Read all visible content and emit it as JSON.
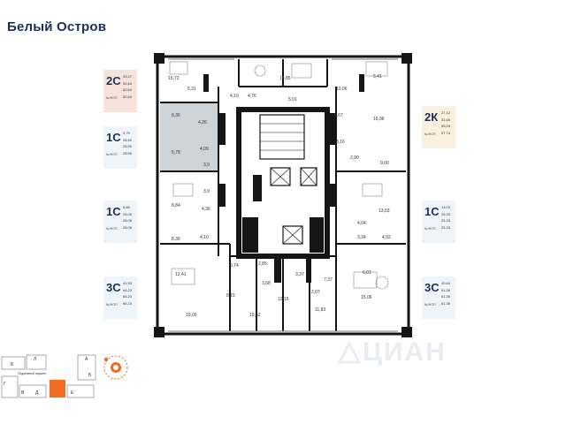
{
  "project_title": "Белый Остров",
  "watermark": "ЦИАН",
  "legends": [
    {
      "code": "2С",
      "sub": "№/НОП",
      "values": [
        "33,27",
        "52,64",
        "52,64",
        "52,64"
      ],
      "color": "#f6e3dc"
    },
    {
      "code": "1С",
      "sub": "№/НОП",
      "values": [
        "5,79",
        "28,50",
        "28,50",
        "28,50"
      ],
      "color": "#eef4fa"
    },
    {
      "code": "1С",
      "sub": "№/НОП",
      "values": [
        "8,66",
        "28,08",
        "28,08",
        "28,08"
      ],
      "color": "#eef4fa"
    },
    {
      "code": "3С",
      "sub": "№/НОП",
      "values": [
        "41,93",
        "66,23",
        "66,23",
        "66,23"
      ],
      "color": "#eef4fa"
    },
    {
      "code": "2К",
      "sub": "№/НОП",
      "values": [
        "27,12",
        "32,65",
        "55,04",
        "57,74"
      ],
      "color": "#fbf0e0"
    },
    {
      "code": "1С",
      "sub": "№/НОП",
      "values": [
        "13,03",
        "25,33",
        "25,33",
        "25,33"
      ],
      "color": "#eef4fa"
    },
    {
      "code": "3С",
      "sub": "№/НОП",
      "values": [
        "40,64",
        "61,36",
        "61,36",
        "61,36"
      ],
      "color": "#eef4fa"
    }
  ],
  "room_areas": [
    "15,72",
    "5,31",
    "4,19",
    "4,76",
    "18,85",
    "5,01",
    "10,06",
    "6,67",
    "5,41",
    "16,96",
    "6,36",
    "4,26",
    "4,09",
    "5,78",
    "3,9",
    "3,9",
    "8,16",
    "2,90",
    "9,00",
    "8,84",
    "4,36",
    "13,03",
    "8,36",
    "4,10",
    "4,04",
    "3,34",
    "4,92",
    "12,41",
    "9,74",
    "2,85",
    "3,37",
    "7,37",
    "6,01",
    "10,00",
    "8,15",
    "10,52",
    "3,68",
    "12,15",
    "2,07",
    "11,83",
    "15,06"
  ],
  "minimap": {
    "labels": [
      "Л",
      "Б",
      "А",
      "Г",
      "В",
      "Д",
      "Е",
      "Б",
      "Подземный паркинг"
    ],
    "highlight_color": "#f26b22"
  },
  "colors": {
    "accent_orange": "#f26b22",
    "title_blue": "#1e2f55",
    "wall": "#151515",
    "selected_unit": "#ced3d8"
  }
}
